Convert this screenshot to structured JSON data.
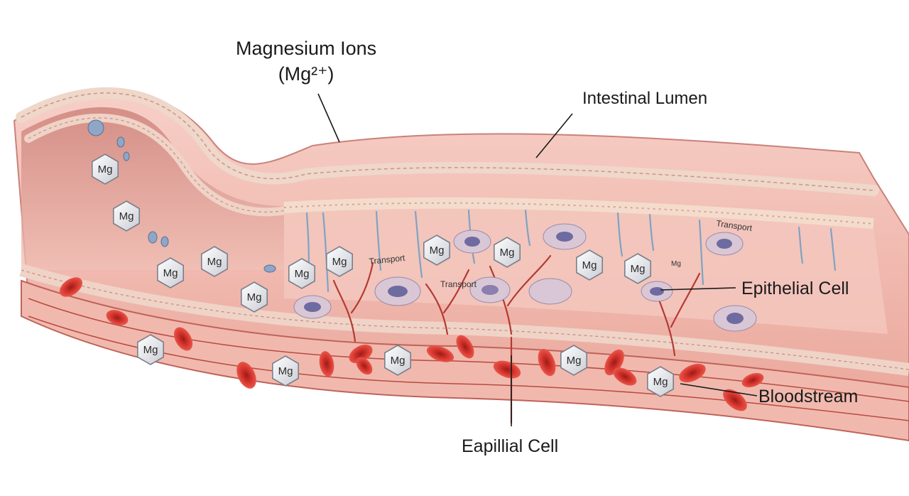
{
  "labels": {
    "magnesium_title": "Magnesium Ions",
    "magnesium_formula": "(Mg²⁺)",
    "lumen": "Intestinal Lumen",
    "epithelial": "Epithelial Cell",
    "bloodstream": "Bloodstream",
    "capillary": "Eapillial Cell"
  },
  "ion_label": "Mg",
  "partial_ion_label": "Mg",
  "transport_label": "Transport",
  "colors": {
    "tissue": "#f2b8ae",
    "tissue_dark": "#d98b80",
    "vessel": "#c9302c",
    "red_cell": "#d2312b",
    "nucleus": "#6e6ba0",
    "villi": "#8fb3d0",
    "ion_fill": "#eceef2"
  }
}
